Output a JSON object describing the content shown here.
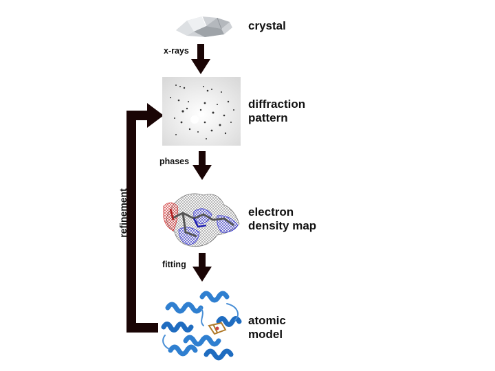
{
  "stages": {
    "crystal": "crystal",
    "diffraction": [
      "diffraction",
      "pattern"
    ],
    "density": [
      "electron",
      "density map"
    ],
    "model": [
      "atomic",
      "model"
    ]
  },
  "steps": {
    "xrays": "x-rays",
    "phases": "phases",
    "fitting": "fitting"
  },
  "loop": {
    "refinement": "refinement"
  },
  "colors": {
    "arrow": "#1a0505",
    "mesh_blue": "#3a3ad0",
    "mesh_red": "#cc2a2a",
    "helix": "#2f7fd0"
  }
}
